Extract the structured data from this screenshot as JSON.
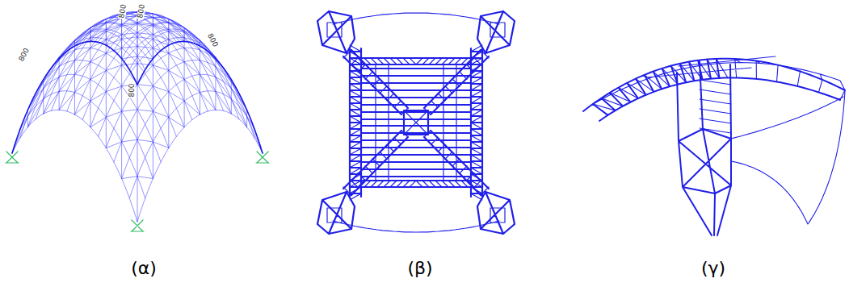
{
  "diagram": {
    "labels": [
      "800",
      "800",
      "800",
      "800",
      "800",
      "(α)",
      "(β)",
      "(γ)"
    ]
  }
}
